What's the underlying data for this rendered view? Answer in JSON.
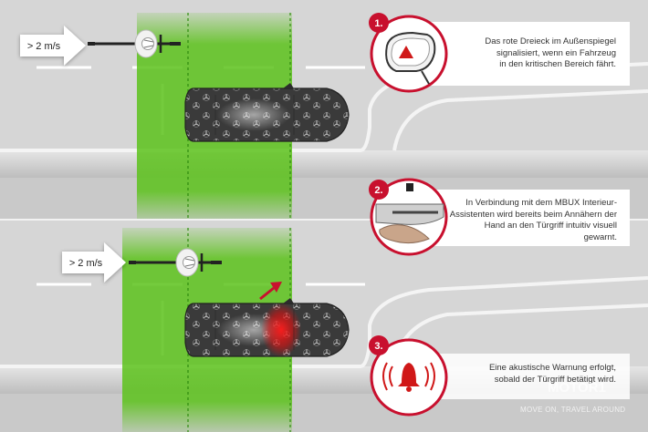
{
  "colors": {
    "accent_red": "#c8102e",
    "safe_zone_green": "#5cc21b",
    "road_gray": "#d3d3d3",
    "sidewalk_gray": "#bdbdbd",
    "car_dark": "#3c3c3c"
  },
  "scenario_top": {
    "speed_label": "> 2 m/s"
  },
  "scenario_bottom": {
    "speed_label": "> 2 m/s"
  },
  "steps": [
    {
      "number": "1.",
      "icon": "side-mirror-warning-icon",
      "text": "Das rote Dreieck im Außenspiegel\nsignalisiert, wenn ein Fahrzeug\nin den kritischen Bereich fährt."
    },
    {
      "number": "2.",
      "icon": "door-handle-ambient-light-icon",
      "text": "In Verbindung mit dem MBUX Interieur-\nAssistenten wird bereits beim Annähern der\nHand an den Türgriff intuitiv visuell gewarnt."
    },
    {
      "number": "3.",
      "icon": "bell-alarm-icon",
      "text": "Eine akustische Warnung erfolgt,\nsobald der Türgriff betätigt wird."
    }
  ],
  "watermark": {
    "brand": "MOTOR1",
    "tagline": "MOVE ON, TRAVEL AROUND"
  }
}
